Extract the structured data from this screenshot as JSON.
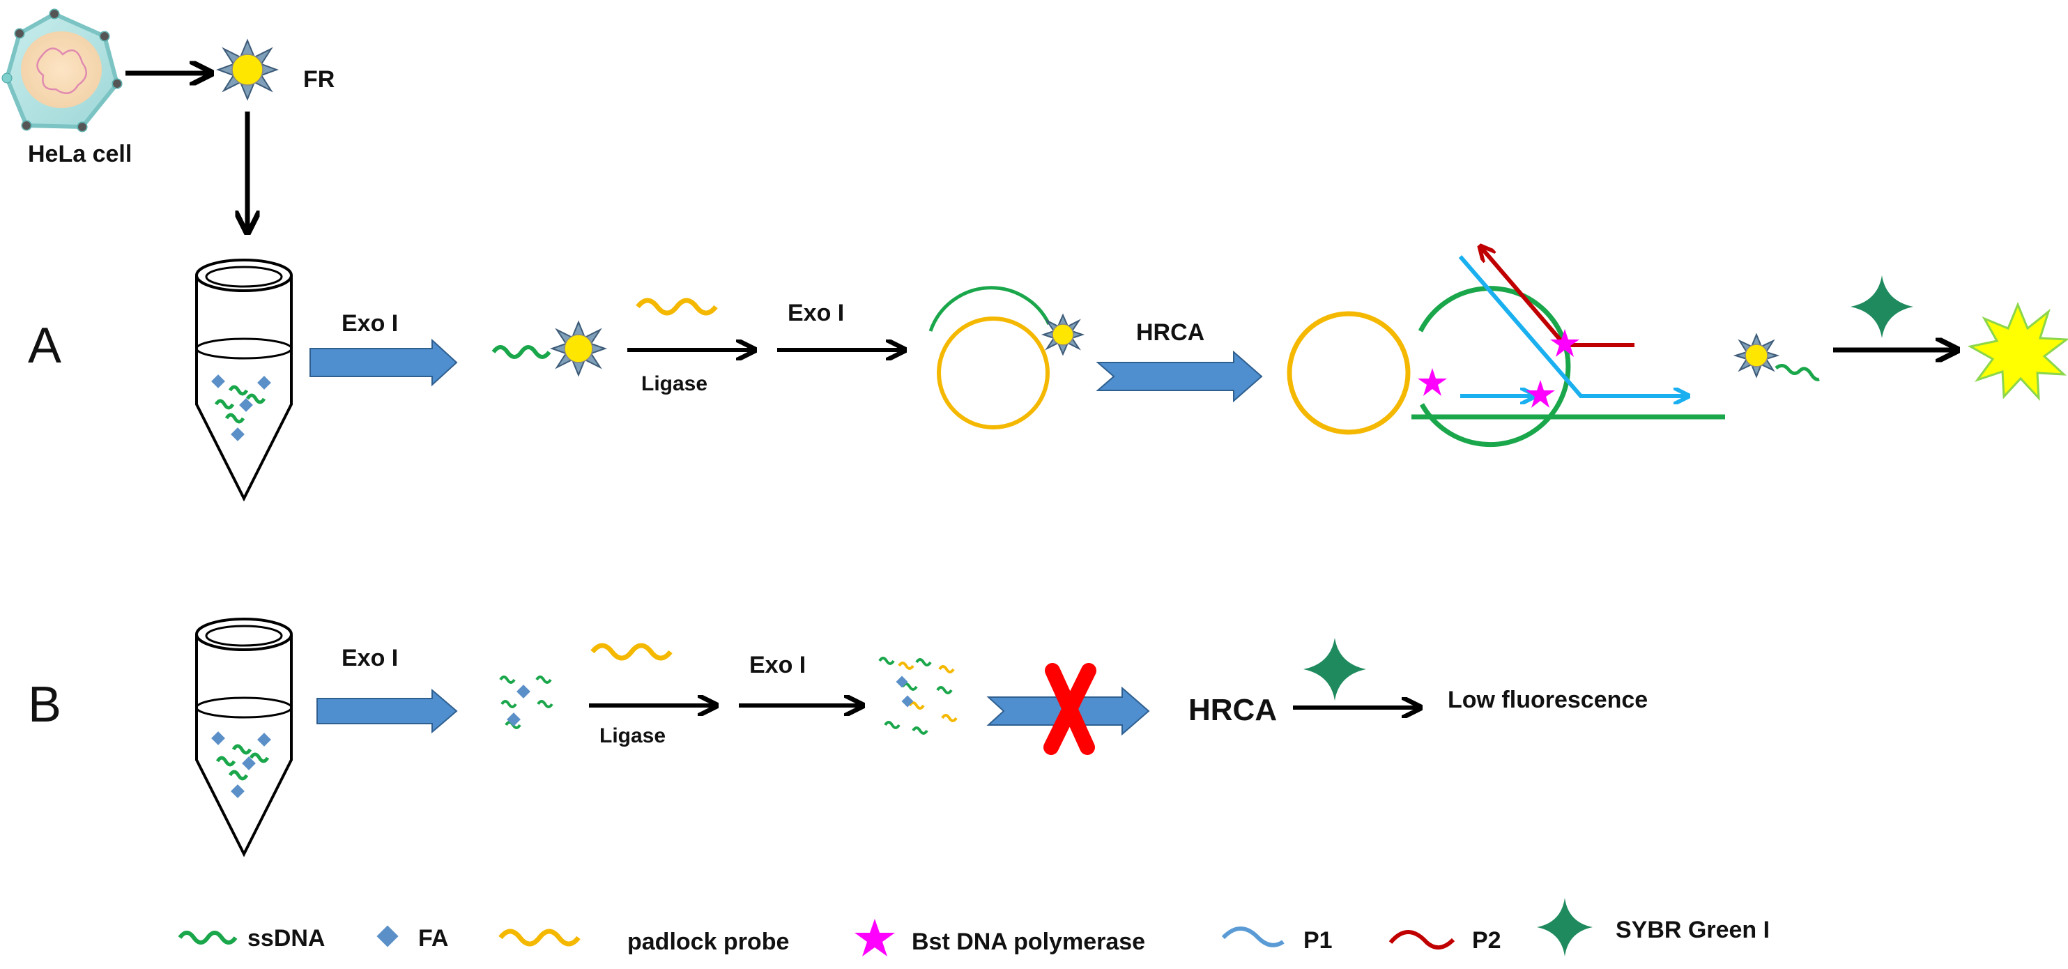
{
  "colors": {
    "ssdna_green": "#1aa64a",
    "padlock_orange": "#f5b800",
    "bst_magenta": "#ff00ff",
    "p1_blue": "#1ab0f0",
    "p1_legend_blue": "#5b9bd5",
    "p2_red": "#c00000",
    "sybr_teal": "#1f8a5e",
    "arrow_blue": "#4f8fcf",
    "fa_blue": "#5b8fc8",
    "fluor_yellow": "#ffff00",
    "cross_red": "#ff0000"
  },
  "top": {
    "cell_label": "HeLa cell",
    "fr_label": "FR"
  },
  "panel_a": {
    "letter": "A",
    "step1": "Exo I",
    "ligase": "Ligase",
    "step2": "Exo I",
    "hrca": "HRCA"
  },
  "panel_b": {
    "letter": "B",
    "step1": "Exo I",
    "ligase": "Ligase",
    "step2": "Exo I",
    "hrca": "HRCA",
    "result": "Low fluorescence"
  },
  "legend": {
    "ssdna": "ssDNA",
    "fa": "FA",
    "padlock": "padlock probe",
    "bst": "Bst DNA polymerase",
    "p1": "P1",
    "p2": "P2",
    "sybr": "SYBR Green I"
  }
}
